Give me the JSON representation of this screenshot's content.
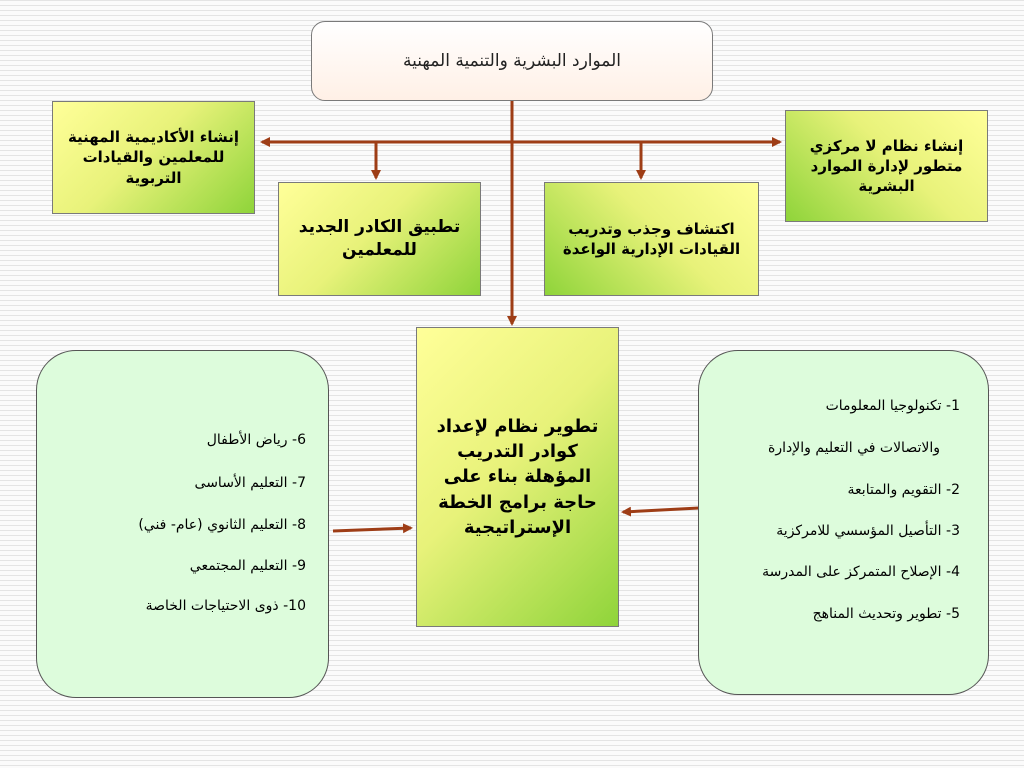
{
  "title": "الموارد البشرية والتنمية المهنية",
  "branches": {
    "academy": "إنشاء الأكاديمية المهنية\nللمعلمين والقيادات\nالتربوية",
    "decentral": "إنشاء نظام لا مركزي\nمتطور لإدارة الموارد\nالبشرية",
    "cadre": "تطبيق الكادر الجديد\nللمعلمين",
    "leaders": "اكتشاف وجذب وتدريب\nالقيادات الإدارية الواعدة"
  },
  "center": "تطوير نظام لإعداد كوادر التدريب المؤهلة بناء على حاجة برامج الخطة الإستراتيجية",
  "left_list": [
    "6-  رياض الأطفال",
    "7- التعليم الأساسى",
    "8- التعليم الثانوي (عام- فني)",
    "9- التعليم المجتمعي",
    "10- ذوى الاحتياجات الخاصة"
  ],
  "right_list": [
    "1-  تكنولوجيا المعلومات",
    "والاتصالات في التعليم والإدارة",
    "2-  التقويم والمتابعة",
    "3-  التأصيل المؤسسي للامركزية",
    "4- الإصلاح المتمركز على المدرسة",
    "5- تطوير وتحديث المناهج"
  ],
  "colors": {
    "arrow": "#9e3d16",
    "box_light": "#ffff99",
    "box_dark": "#8fd43a",
    "panel": "#ddfcdc"
  }
}
